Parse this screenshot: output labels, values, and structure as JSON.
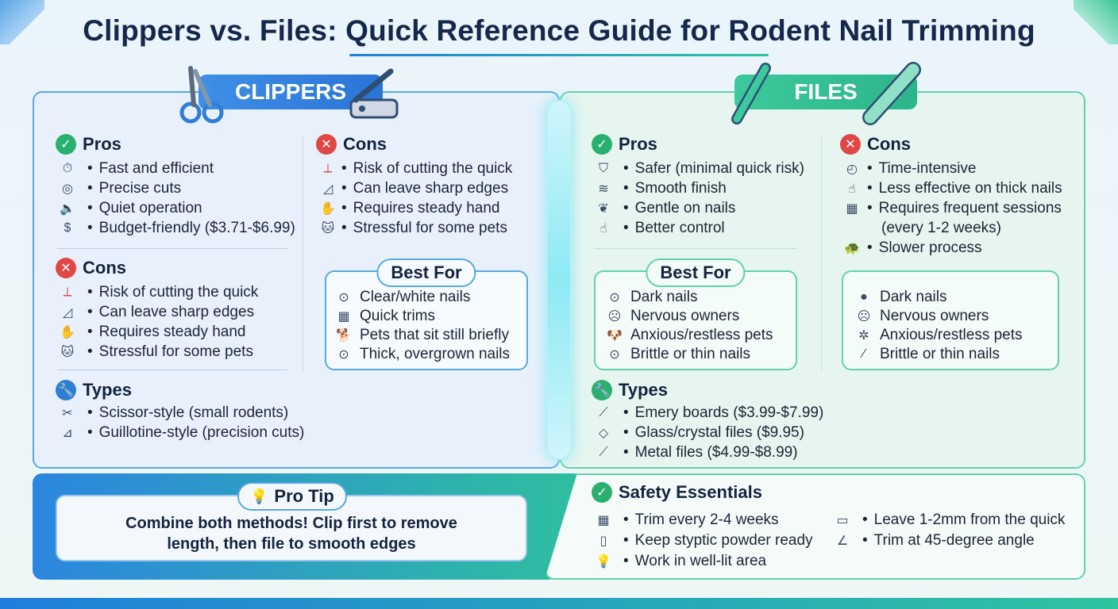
{
  "title": "Clippers vs. Files: Quick Reference Guide for Rodent Nail Trimming",
  "clippers": {
    "banner": "CLIPPERS",
    "pros": {
      "heading": "Pros",
      "items": [
        {
          "icon": "stopwatch-icon",
          "text": "Fast and efficient"
        },
        {
          "icon": "target-icon",
          "text": "Precise cuts"
        },
        {
          "icon": "speaker-icon",
          "text": "Quiet operation"
        },
        {
          "icon": "money-bag-icon",
          "text": "Budget-friendly ($3.71-$6.99)"
        }
      ]
    },
    "cons": {
      "heading": "Cons",
      "items": [
        {
          "icon": "quick-cut-icon",
          "text": "Risk of cutting the quick"
        },
        {
          "icon": "sharp-edge-icon",
          "text": "Can leave sharp edges"
        },
        {
          "icon": "hand-icon",
          "text": "Requires steady hand"
        },
        {
          "icon": "pet-face-icon",
          "text": "Stressful for some pets"
        }
      ]
    },
    "cons_right": {
      "heading": "Cons",
      "items": [
        {
          "icon": "quick-cut-icon",
          "text": "Risk of cutting the quick"
        },
        {
          "icon": "sharp-edge-icon",
          "text": "Can leave sharp edges"
        },
        {
          "icon": "hand-icon",
          "text": "Requires steady hand"
        },
        {
          "icon": "pet-face-icon",
          "text": "Stressful for some pets"
        }
      ]
    },
    "best_for": {
      "heading": "Best For",
      "items": [
        {
          "icon": "check-circle-icon",
          "text": "Clear/white nails"
        },
        {
          "icon": "calendar-icon",
          "text": "Quick trims"
        },
        {
          "icon": "pet-sitting-icon",
          "text": "Pets that sit still briefly"
        },
        {
          "icon": "check-circle-icon",
          "text": "Thick, overgrown nails"
        }
      ]
    },
    "types": {
      "heading": "Types",
      "items": [
        {
          "icon": "scissors-icon",
          "text": "Scissor-style (small rodents)"
        },
        {
          "icon": "guillotine-icon",
          "text": "Guillotine-style (precision cuts)"
        }
      ]
    }
  },
  "files": {
    "banner": "FILES",
    "pros": {
      "heading": "Pros",
      "items": [
        {
          "icon": "shield-icon",
          "text": "Safer (minimal quick risk)"
        },
        {
          "icon": "layers-icon",
          "text": "Smooth finish"
        },
        {
          "icon": "feather-icon",
          "text": "Gentle on nails"
        },
        {
          "icon": "control-hand-icon",
          "text": "Better control"
        }
      ]
    },
    "cons": {
      "heading": "Cons",
      "items": [
        {
          "icon": "clock-icon",
          "text": "Time-intensive",
          "cont": ""
        },
        {
          "icon": "finger-icon",
          "text": "Less effective on thick nails",
          "cont": ""
        },
        {
          "icon": "calendar-icon",
          "text": "Requires frequent sessions",
          "cont": "(every 1-2 weeks)"
        },
        {
          "icon": "turtle-icon",
          "text": "Slower process",
          "cont": ""
        }
      ]
    },
    "best_for": {
      "heading": "Best For",
      "items": [
        {
          "icon": "check-circle-icon",
          "text": "Dark nails"
        },
        {
          "icon": "nervous-face-icon",
          "text": "Nervous owners"
        },
        {
          "icon": "dog-face-icon",
          "text": "Anxious/restless pets"
        },
        {
          "icon": "check-circle-icon",
          "text": "Brittle or thin nails"
        }
      ]
    },
    "best_for_extra": {
      "items": [
        {
          "icon": "dark-dot-icon",
          "text": "Dark nails"
        },
        {
          "icon": "nervous-face-icon",
          "text": "Nervous owners"
        },
        {
          "icon": "restless-icon",
          "text": "Anxious/restless pets"
        },
        {
          "icon": "thin-nail-icon",
          "text": "Brittle or thin nails"
        }
      ]
    },
    "types": {
      "heading": "Types",
      "items": [
        {
          "icon": "emery-board-icon",
          "text": "Emery boards ($3.99-$7.99)"
        },
        {
          "icon": "crystal-icon",
          "text": "Glass/crystal files ($9.95)"
        },
        {
          "icon": "metal-file-icon",
          "text": "Metal files ($4.99-$8.99)"
        }
      ]
    }
  },
  "pro_tip": {
    "label": "Pro Tip",
    "text_line1": "Combine both methods! Clip first to remove",
    "text_line2": "length, then file to smooth edges"
  },
  "safety": {
    "heading": "Safety Essentials",
    "left": [
      {
        "icon": "calendar-icon",
        "text": "Trim every 2-4 weeks"
      },
      {
        "icon": "powder-bottle-icon",
        "text": "Keep styptic powder ready"
      },
      {
        "icon": "lightbulb-icon",
        "text": "Work in well-lit area"
      }
    ],
    "right": [
      {
        "icon": "ruler-icon",
        "text": "Leave 1-2mm from the quick"
      },
      {
        "icon": "angle-icon",
        "text": "Trim at 45-degree angle"
      }
    ]
  },
  "colors": {
    "clippers_accent": "#2f7dd6",
    "files_accent": "#2cb58a",
    "pro": "#2ab06e",
    "con": "#e04848"
  }
}
